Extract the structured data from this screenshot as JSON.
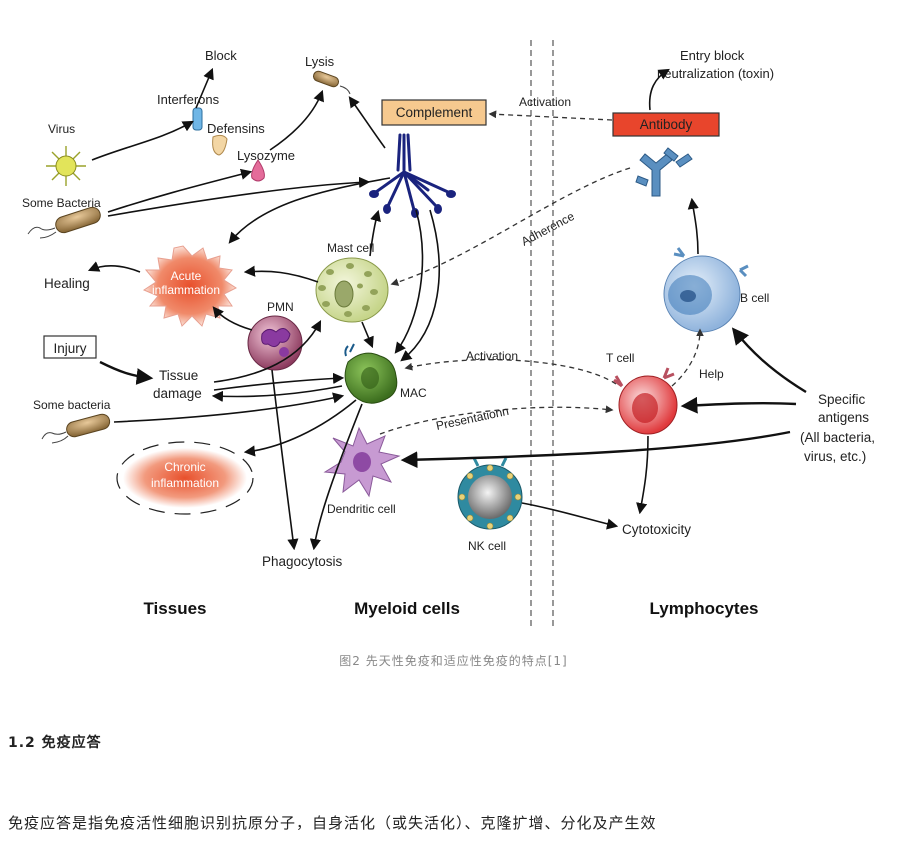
{
  "figure": {
    "labels": {
      "block": "Block",
      "interferons": "Interferons",
      "defensins": "Defensins",
      "lysozyme": "Lysozyme",
      "lysis": "Lysis",
      "virus": "Virus",
      "some_bacteria_top": "Some Bacteria",
      "complement": "Complement",
      "activation_top": "Activation",
      "antibody": "Antibody",
      "entry_block_1": "Entry block",
      "entry_block_2": "neutralization (toxin)",
      "adherence": "Adherence",
      "mast_cell": "Mast cell",
      "acute_1": "Acute",
      "acute_2": "inflammation",
      "healing": "Healing",
      "pmn": "PMN",
      "b_cell": "B cell",
      "injury": "Injury",
      "tissue_1": "Tissue",
      "tissue_2": "damage",
      "activation_mid": "Activation",
      "t_cell": "T cell",
      "help": "Help",
      "mac": "MAC",
      "some_bacteria_bottom": "Some bacteria",
      "presentation": "Presentationn",
      "specific_1": "Specific",
      "specific_2": "antigens",
      "specific_3": "(All bacteria,",
      "specific_4": "virus, etc.)",
      "chronic_1": "Chronic",
      "chronic_2": "inflammation",
      "dendritic": "Dendritic cell",
      "nk_cell": "NK cell",
      "cytotoxicity": "Cytotoxicity",
      "phagocytosis": "Phagocytosis",
      "tissues": "Tissues",
      "myeloid": "Myeloid cells",
      "lymphocytes": "Lymphocytes"
    },
    "colors": {
      "complement_box": "#f6c98f",
      "antibody_box": "#e8452c",
      "acute_core": "#e8502c",
      "chronic_core": "#e8502c",
      "mast_cell": "#dfe8b8",
      "mac": "#4e8a2a",
      "pmn": "#9a3a66",
      "b_cell": "#8fb8e0",
      "t_cell": "#e0393c",
      "nk_cell": "#2f8aa0",
      "dendritic": "#c79ad2",
      "antibody_shape": "#5a8fc0"
    }
  },
  "caption": "图2 先天性免疫和适应性免疫的特点[1]",
  "heading": "1.2 免疫应答",
  "paragraph": "免疫应答是指免疫活性细胞识别抗原分子，自身活化（或失活化）、克隆扩增、分化及产生效"
}
